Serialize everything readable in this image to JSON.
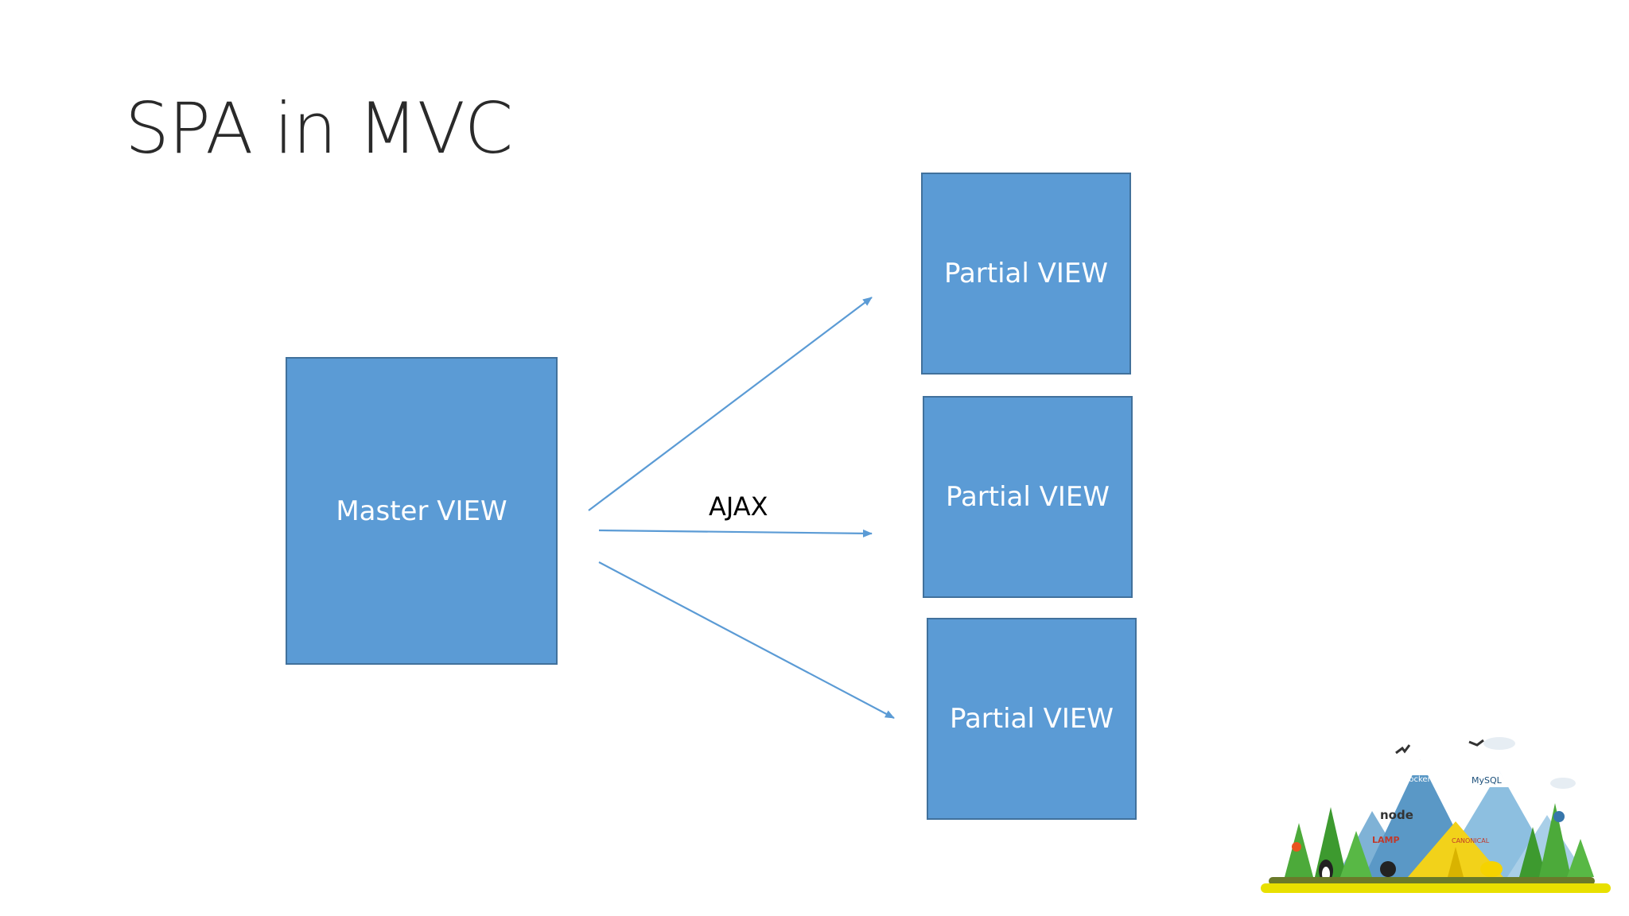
{
  "slide": {
    "title": "SPA in MVC"
  },
  "diagram": {
    "master": {
      "label": "Master VIEW"
    },
    "partials": [
      {
        "label": "Partial VIEW"
      },
      {
        "label": "Partial VIEW"
      },
      {
        "label": "Partial VIEW"
      }
    ],
    "connector_label": "AJAX"
  },
  "colors": {
    "box_fill": "#5b9bd5",
    "box_stroke": "#41719c",
    "arrow": "#5b9bd5",
    "title_text": "#2a2a2a"
  },
  "logo": {
    "badges": [
      "docker",
      "MySQL",
      "node",
      "LAMP",
      "CANONICAL"
    ]
  }
}
